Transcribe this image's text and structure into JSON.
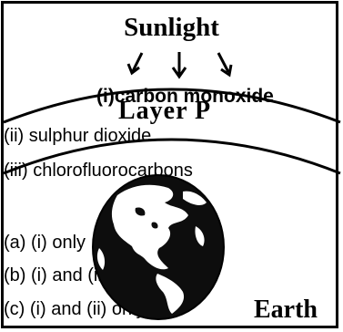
{
  "diagram": {
    "title": "Sunlight",
    "layer_label": "Layer P",
    "earth_label": "Earth"
  },
  "question": {
    "item_1": "(i)carbon monoxide",
    "item_2": "(ii) sulphur dioxide",
    "item_3": "(iii) chlorofluorocarbons",
    "options": [
      "(a) (i) only",
      "(b) (i) and (ii)",
      "(c) (i) and (ii) only"
    ]
  },
  "colors": {
    "ink": "#000000",
    "background": "#ffffff"
  },
  "icons": [
    "arrow-down-icon",
    "globe-icon"
  ]
}
